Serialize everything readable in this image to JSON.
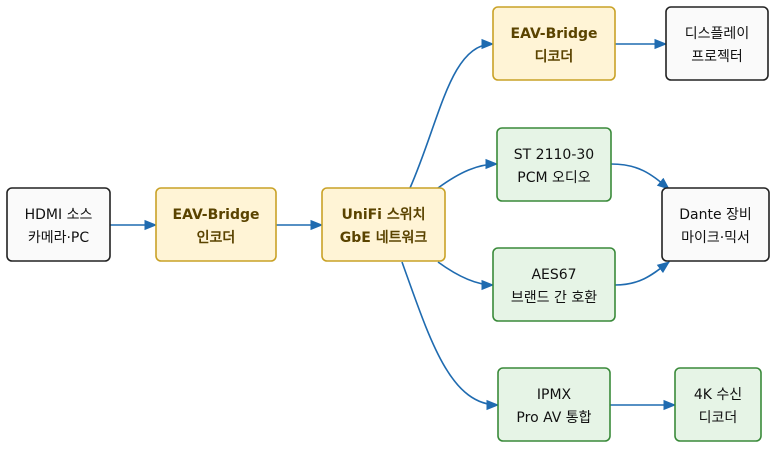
{
  "diagram": {
    "nodes": {
      "hdmi_source": {
        "line1": "HDMI 소스",
        "line2": "카메라·PC"
      },
      "encoder": {
        "line1": "EAV-Bridge",
        "line2": "인코더"
      },
      "switch": {
        "line1": "UniFi 스위치",
        "line2": "GbE 네트워크"
      },
      "decoder": {
        "line1": "EAV-Bridge",
        "line2": "디코더"
      },
      "display": {
        "line1": "디스플레이",
        "line2": "프로젝터"
      },
      "st2110": {
        "line1": "ST 2110-30",
        "line2": "PCM 오디오"
      },
      "aes67": {
        "line1": "AES67",
        "line2": "브랜드 간 호환"
      },
      "dante": {
        "line1": "Dante 장비",
        "line2": "마이크·믹서"
      },
      "ipmx": {
        "line1": "IPMX",
        "line2": "Pro AV 통합"
      },
      "receiver_4k": {
        "line1": "4K 수신",
        "line2": "디코더"
      }
    },
    "colors": {
      "edge": "#1f6bb0",
      "source_fill": "#fafafa",
      "bridge_fill": "#fff4d6",
      "bridge_border": "#c9a227",
      "protocol_fill": "#e6f4e6",
      "protocol_border": "#3a8a3a"
    }
  }
}
